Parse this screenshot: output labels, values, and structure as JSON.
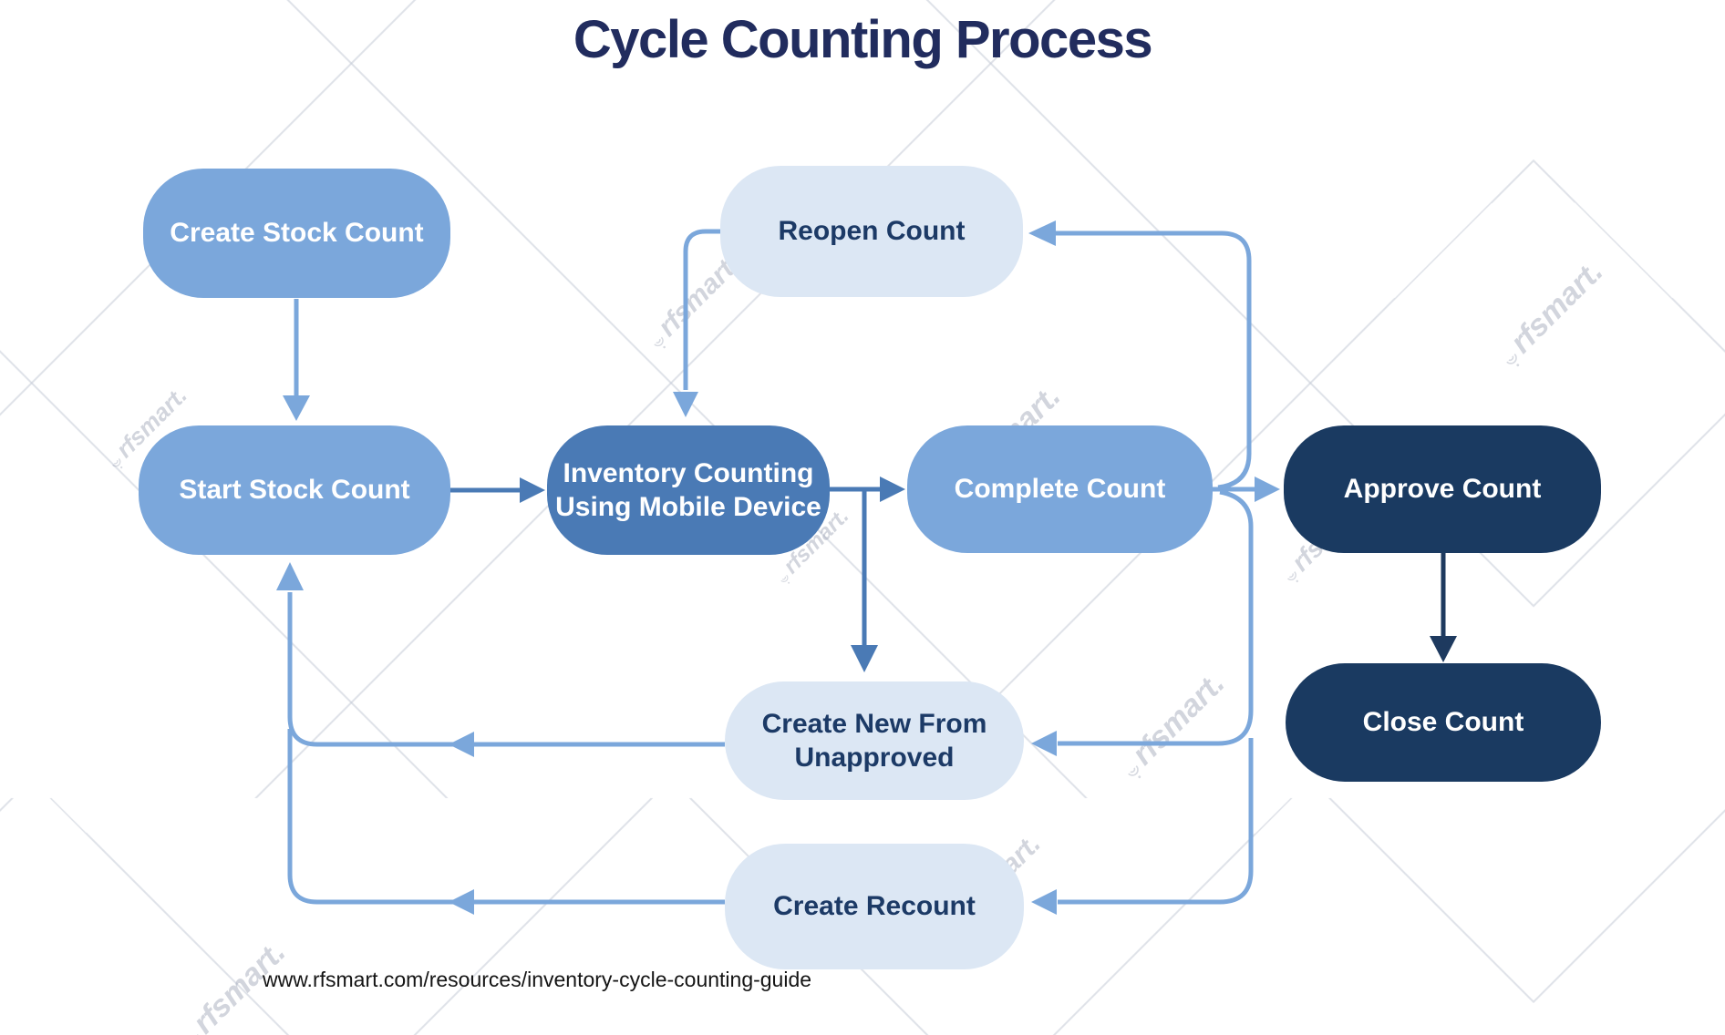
{
  "title": "Cycle Counting Process",
  "footer": {
    "url_text": "www.rfsmart.com/resources/inventory-cycle-counting-guide"
  },
  "watermark": {
    "text": "rfsmart."
  },
  "colors": {
    "title_text": "#212C5E",
    "pill_medium_blue": "#7BA7DB",
    "pill_process_blue": "#4A7AB5",
    "pill_light_blue": "#DCE7F4",
    "pill_navy": "#1A3A61",
    "light_pill_text": "#1C3A66",
    "connector_light": "#7BA7DB",
    "connector_step": "#4A7AB5",
    "connector_navy": "#1E3A5F"
  },
  "nodes": [
    {
      "id": "create_stock",
      "label": "Create Stock Count",
      "style": "medium"
    },
    {
      "id": "reopen",
      "label": "Reopen Count",
      "style": "light"
    },
    {
      "id": "start_stock",
      "label": "Start Stock Count",
      "style": "medium"
    },
    {
      "id": "inventory",
      "label": "Inventory Counting\nUsing Mobile Device",
      "style": "step"
    },
    {
      "id": "complete",
      "label": "Complete Count",
      "style": "medium"
    },
    {
      "id": "approve",
      "label": "Approve Count",
      "style": "navy"
    },
    {
      "id": "create_new",
      "label": "Create New From\nUnapproved",
      "style": "light"
    },
    {
      "id": "close",
      "label": "Close Count",
      "style": "navy"
    },
    {
      "id": "create_recount",
      "label": "Create Recount",
      "style": "light"
    }
  ],
  "edges": [
    {
      "id": "e1",
      "from": "create_stock",
      "to": "start_stock"
    },
    {
      "id": "e2",
      "from": "start_stock",
      "to": "inventory"
    },
    {
      "id": "e3",
      "from": "reopen",
      "to": "inventory"
    },
    {
      "id": "e4",
      "from": "inventory",
      "to": "complete"
    },
    {
      "id": "e5",
      "from": "inventory",
      "to": "create_new"
    },
    {
      "id": "e6",
      "from": "complete",
      "to": "approve"
    },
    {
      "id": "e7",
      "from": "complete",
      "to": "reopen"
    },
    {
      "id": "e8",
      "from": "complete",
      "to": "create_new"
    },
    {
      "id": "e9",
      "from": "complete",
      "to": "create_recount"
    },
    {
      "id": "e10",
      "from": "approve",
      "to": "close"
    },
    {
      "id": "e11",
      "from": "create_new",
      "to": "start_stock"
    },
    {
      "id": "e12",
      "from": "create_recount",
      "to": "start_stock"
    }
  ]
}
